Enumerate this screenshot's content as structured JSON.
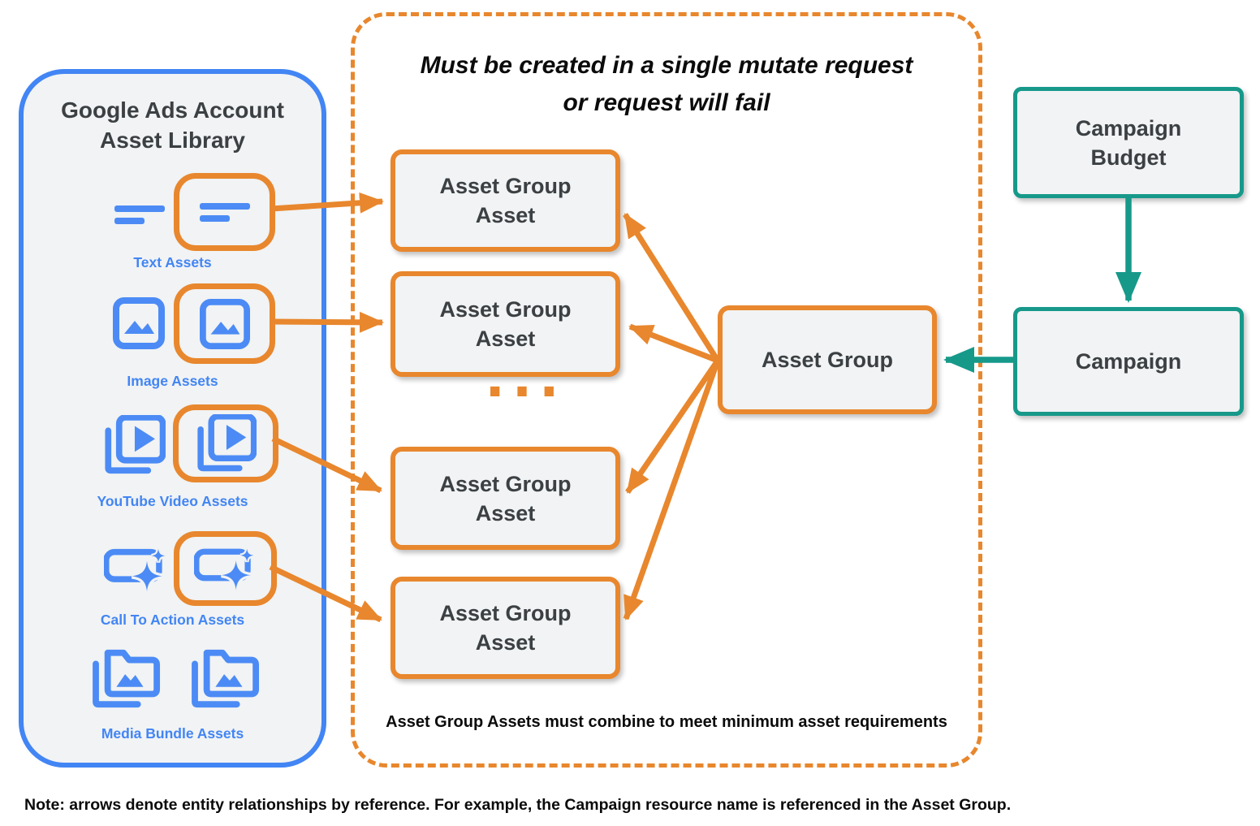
{
  "colors": {
    "blue": "#4285F4",
    "icon_blue": "#4C8BF5",
    "orange": "#E8872D",
    "teal": "#17998A",
    "box_fill": "#F1F3F4",
    "dark_text": "#3C4043",
    "black_text": "#0B0B0B"
  },
  "library": {
    "title": "Google Ads Account Asset Library",
    "items": [
      {
        "label": "Text Assets",
        "icon": "text-asset-icon",
        "highlighted": true
      },
      {
        "label": "Image Assets",
        "icon": "image-asset-icon",
        "highlighted": true
      },
      {
        "label": "YouTube Video Assets",
        "icon": "youtube-video-asset-icon",
        "highlighted": true
      },
      {
        "label": "Call To Action Assets",
        "icon": "call-to-action-asset-icon",
        "highlighted": true
      },
      {
        "label": "Media Bundle Assets",
        "icon": "media-bundle-asset-icon",
        "highlighted": false
      }
    ]
  },
  "mutate_group": {
    "title": "Must be created in a single mutate request or request will fail",
    "asset_group_asset_boxes": [
      "Asset Group Asset",
      "Asset Group Asset",
      "Asset Group Asset",
      "Asset Group Asset"
    ],
    "ellipsis": "...",
    "asset_group_label": "Asset Group",
    "footnote": "Asset Group Assets must combine to meet minimum asset requirements"
  },
  "campaign_column": {
    "campaign_budget_label": "Campaign Budget",
    "campaign_label": "Campaign"
  },
  "note": "Note: arrows denote entity relationships by reference. For example, the Campaign resource name is referenced in the Asset Group."
}
